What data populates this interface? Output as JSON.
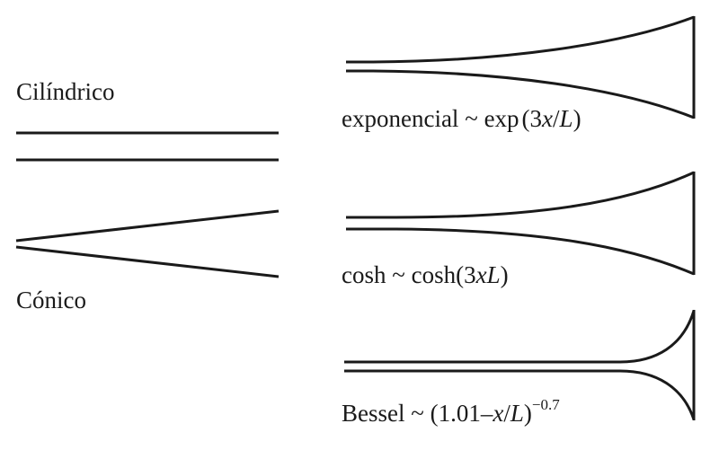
{
  "shapes": [
    {
      "id": "cilindrico",
      "label": "Cilíndrico"
    },
    {
      "id": "conico",
      "label": "Cónico"
    },
    {
      "id": "exponencial",
      "label": {
        "name": "exponencial",
        "tilde": "~",
        "func": "exp",
        "open": "(3",
        "var": "x",
        "slash": "/",
        "L": "L",
        "close": ")"
      }
    },
    {
      "id": "cosh",
      "label": {
        "name": "cosh",
        "tilde": "~",
        "func": "cosh",
        "open": "(3",
        "var": "xL",
        "close": ")"
      }
    },
    {
      "id": "bessel",
      "label": {
        "name": "Bessel",
        "tilde": "~",
        "open": "(1.01–",
        "var": "x",
        "slash": "/",
        "L": "L",
        "close": ")",
        "exponent": "−0.7"
      }
    }
  ],
  "colors": {
    "stroke": "#1a1a1a",
    "background": "#ffffff"
  }
}
